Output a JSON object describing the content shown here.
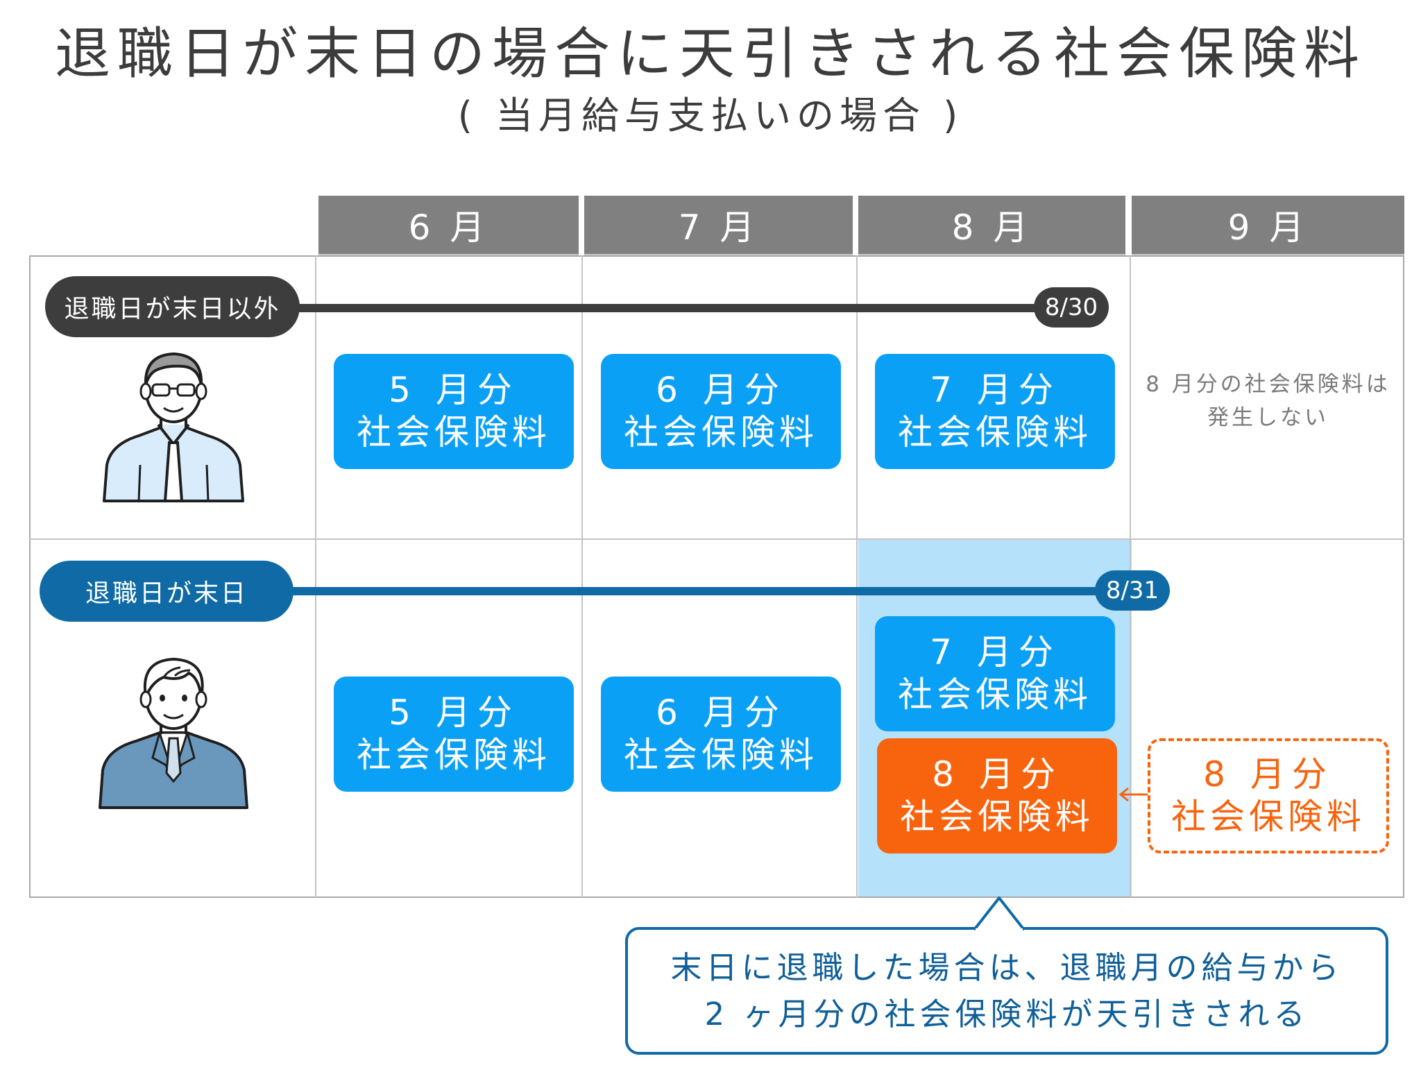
{
  "title": "退職日が末日の場合に天引きされる社会保険料",
  "subtitle": "( 当月給与支払いの場合 )",
  "months": [
    "6 月",
    "7 月",
    "8 月",
    "9 月"
  ],
  "row1": {
    "label": "退職日が末日以外",
    "end_date": "8/30",
    "boxes": [
      {
        "line1": "5 月分",
        "line2": "社会保険料"
      },
      {
        "line1": "6 月分",
        "line2": "社会保険料"
      },
      {
        "line1": "7 月分",
        "line2": "社会保険料"
      }
    ],
    "note_line1": "8 月分の社会保険料は",
    "note_line2": "発生しない"
  },
  "row2": {
    "label": "退職日が末日",
    "end_date": "8/31",
    "boxes": [
      {
        "line1": "5 月分",
        "line2": "社会保険料"
      },
      {
        "line1": "6 月分",
        "line2": "社会保険料"
      },
      {
        "line1": "7 月分",
        "line2": "社会保険料"
      },
      {
        "line1": "8 月分",
        "line2": "社会保険料"
      }
    ],
    "moved_box": {
      "line1": "8 月分",
      "line2": "社会保険料"
    }
  },
  "callout": {
    "line1": "末日に退職した場合は、退職月の給与から",
    "line2": "2 ヶ月分の社会保険料が天引きされる"
  },
  "colors": {
    "header_gray": "#808080",
    "row1_dark": "#3d3d3d",
    "row2_navy": "#0f6aa5",
    "box_blue": "#0aa0f5",
    "highlight_orange": "#f8640e",
    "column_highlight": "#b5e1fb"
  },
  "icons": [
    "older-businessman-icon",
    "younger-businessman-icon",
    "arrow-left-icon"
  ]
}
